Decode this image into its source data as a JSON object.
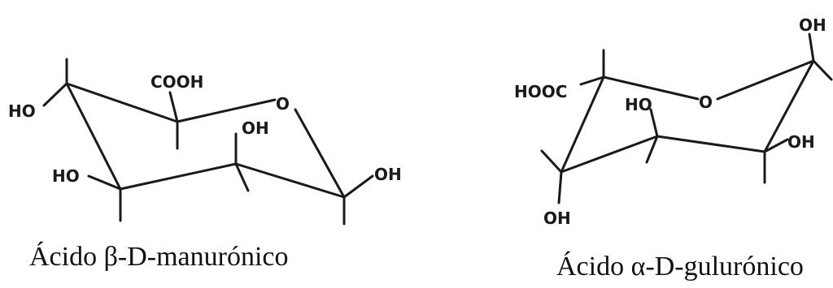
{
  "structures": [
    {
      "caption": "Ácido β-D-manurónico",
      "labels": {
        "cooh": "COOH",
        "ring_o": "O",
        "oh_c3": "OH",
        "oh_c1": "OH",
        "ho_c4": "HO",
        "ho_c5": "HO"
      }
    },
    {
      "caption": "Ácido α-D-gulurónico",
      "labels": {
        "oh_top": "OH",
        "hooc": "HOOC",
        "ring_o": "O",
        "ho_c3": "HO",
        "oh_c2": "OH",
        "oh_bottom": "OH"
      }
    }
  ]
}
